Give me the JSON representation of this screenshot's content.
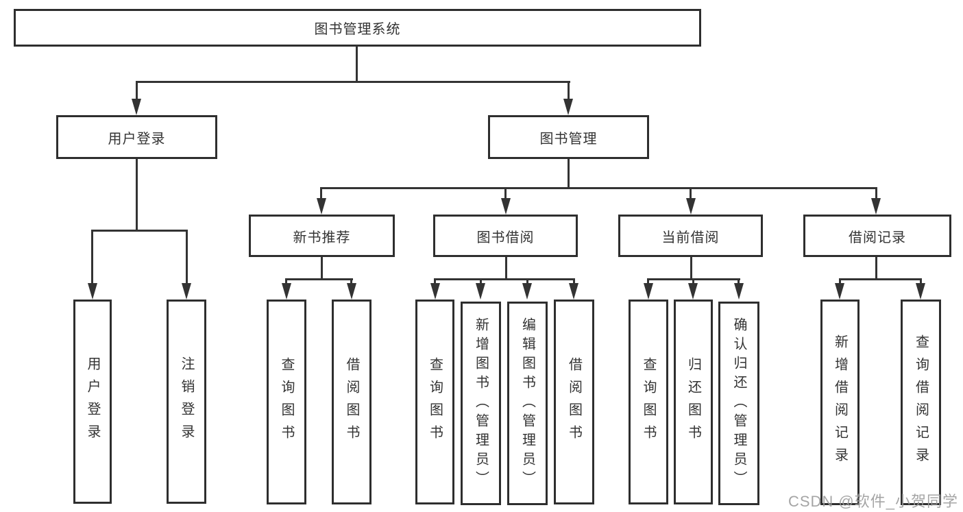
{
  "diagram": {
    "title": "图书管理系统",
    "level2": {
      "user_login": "用户登录",
      "book_mgmt": "图书管理"
    },
    "level3": {
      "new_book": "新书推荐",
      "borrow": "图书借阅",
      "current": "当前借阅",
      "records": "借阅记录"
    },
    "leaves": {
      "user_login": "用户登录",
      "logout": "注销登录",
      "nb_query": "查询图书",
      "nb_borrow": "借阅图书",
      "bw_query": "查询图书",
      "bw_add": "新增图书（管理员）",
      "bw_edit": "编辑图书（管理员）",
      "bw_borrow": "借阅图书",
      "cur_query": "查询图书",
      "cur_return": "归还图书",
      "cur_confirm": "确认归还（管理员）",
      "rec_add": "新增借阅记录",
      "rec_query": "查询借阅记录"
    }
  },
  "colors": {
    "line": "#333333",
    "border": "#2e2e2e",
    "text": "#333333",
    "watermark": "#9c9c9c",
    "background": "#ffffff"
  },
  "watermark": "CSDN @软件_小贺同学"
}
